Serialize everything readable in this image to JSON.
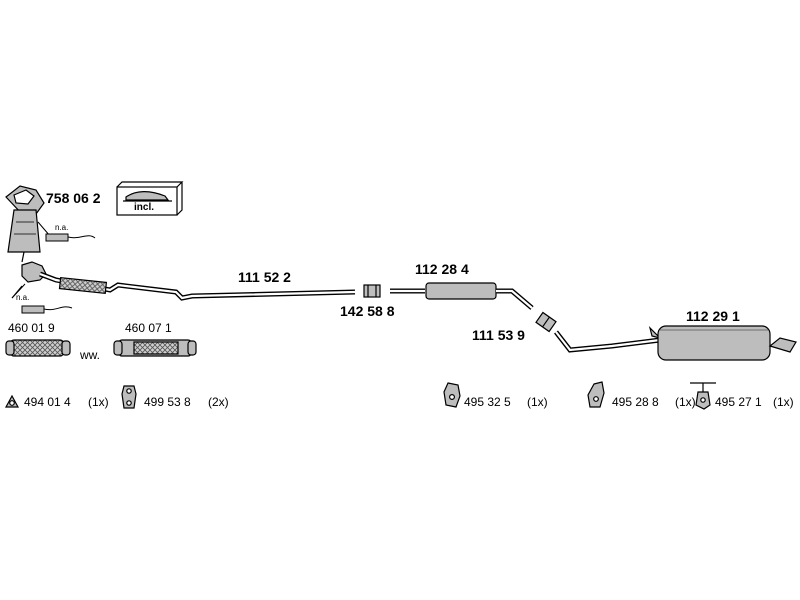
{
  "parts": {
    "catalyst": "758 06 2",
    "incl_box": "incl.",
    "na_upper": "n.a.",
    "na_lower": "n.a.",
    "front_pipe": "111 52 2",
    "clamp": "142 58 8",
    "middle_silencer": "112 28 4",
    "gasket_mid": "111 53 9",
    "rear_silencer": "112 29 1",
    "repair_pipe_a": "460 01 9",
    "repair_pipe_b": "460 07 1",
    "ww": "ww."
  },
  "mounts": [
    {
      "number": "494 01 4",
      "qty": "(1x)"
    },
    {
      "number": "499 53 8",
      "qty": "(2x)"
    },
    {
      "number": "495 32 5",
      "qty": "(1x)"
    },
    {
      "number": "495 28 8",
      "qty": "(1x)"
    },
    {
      "number": "495 27 1",
      "qty": "(1x)"
    }
  ],
  "colors": {
    "line": "#000000",
    "part_fill": "#bdbdbd",
    "part_dark": "#6e6e6e",
    "background": "#ffffff"
  }
}
